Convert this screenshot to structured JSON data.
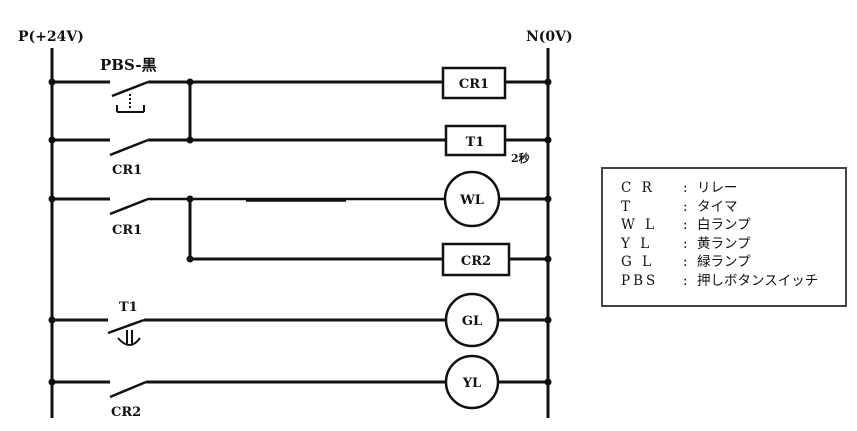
{
  "rails": {
    "left_label": "P(+24V)",
    "right_label": "N(0V)"
  },
  "rungs": [
    {
      "contact_label": "PBS-黒",
      "contact_type": "push-button-no",
      "output_label": "CR1",
      "output_type": "relay-coil"
    },
    {
      "contact_label": "CR1",
      "contact_type": "no-contact",
      "output_label": "T1",
      "output_type": "timer-coil",
      "output_note": "2秒"
    },
    {
      "contact_label": "CR1",
      "contact_type": "no-contact",
      "output_label": "WL",
      "output_type": "lamp"
    },
    {
      "contact_label": "",
      "contact_type": "branch",
      "output_label": "CR2",
      "output_type": "relay-coil"
    },
    {
      "contact_label": "T1",
      "contact_type": "timer-contact-no",
      "output_label": "GL",
      "output_type": "lamp"
    },
    {
      "contact_label": "CR2",
      "contact_type": "no-contact",
      "output_label": "YL",
      "output_type": "lamp"
    }
  ],
  "legend": [
    {
      "key": "C R",
      "sep": ":",
      "value": "リレー"
    },
    {
      "key": "T",
      "sep": ":",
      "value": "タイマ"
    },
    {
      "key": "W L",
      "sep": ":",
      "value": "白ランプ"
    },
    {
      "key": "Y L",
      "sep": ":",
      "value": "黄ランプ"
    },
    {
      "key": "G L",
      "sep": ":",
      "value": "緑ランプ"
    },
    {
      "key": "PBS",
      "sep": ":",
      "value": "押しボタンスイッチ"
    }
  ]
}
